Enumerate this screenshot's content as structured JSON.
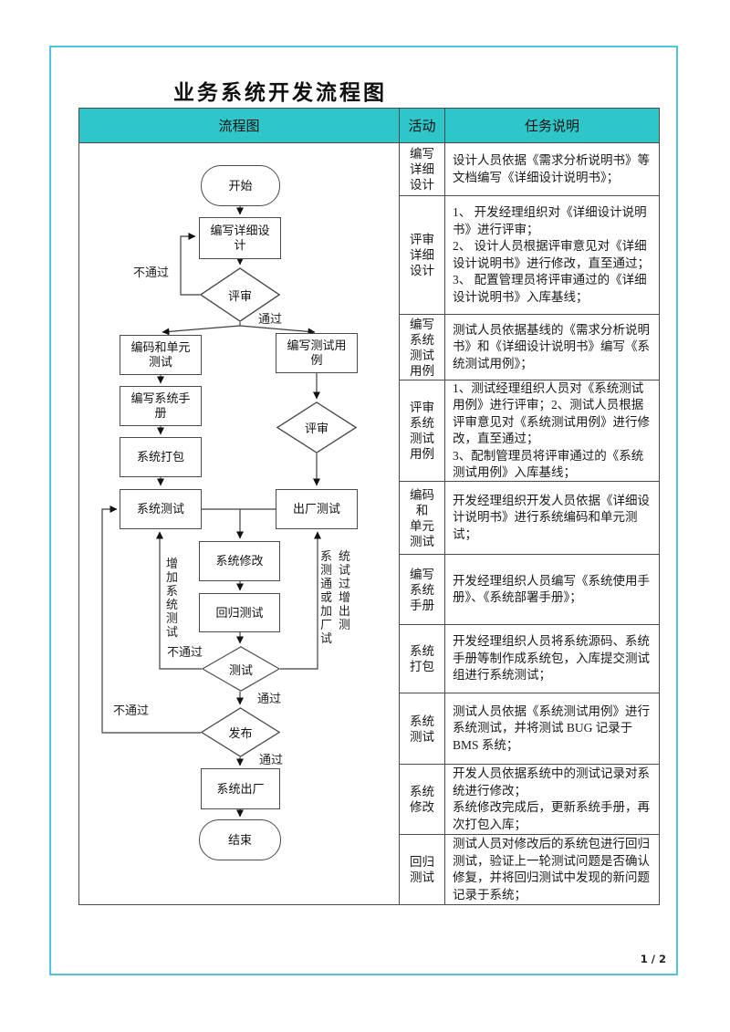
{
  "page": {
    "title": "业务系统开发流程图",
    "page_number": "1 / 2",
    "colors": {
      "header_bg": "#2EC6C8",
      "frame_border": "#4FC4DB",
      "line": "#3f3f3f"
    }
  },
  "table": {
    "headers": {
      "flowchart": "流程图",
      "activity": "活动",
      "description": "任务说明"
    },
    "rows": [
      {
        "activity": "编写\n详细\n设计",
        "description": "设计人员依据《需求分析说明书》等文档编写《详细设计说明书》；"
      },
      {
        "activity": "评审\n详细\n设计",
        "description": "1、 开发经理组织对《详细设计说明书》进行评审；\n2、 设计人员根据评审意见对《详细设计说明书》进行修改，直至通过；\n3、 配置管理员将评审通过的《详细设计说明书》入库基线；"
      },
      {
        "activity": "编写\n系统\n测试\n用例",
        "description": "测试人员依据基线的《需求分析说明书》和《详细设计说明书》编写《系统测试用例》；"
      },
      {
        "activity": "评审\n系统\n测试\n用例",
        "description": "1、测试经理组织人员对《系统测试用例》进行评审；2、测试人员根据评审意见对《系统测试用例》进行修改，直至通过；\n3、配制管理员将评审通过的《系统测试用例》入库基线；"
      },
      {
        "activity": "编码\n和\n单元\n测试",
        "description": "开发经理组织开发人员依据《详细设计说明书》进行系统编码和单元测试；"
      },
      {
        "activity": "编写\n系统\n手册",
        "description": "开发经理组织人员编写《系统使用手册》、《系统部署手册》；"
      },
      {
        "activity": "系统\n打包",
        "description": "开发经理组织人员将系统源码、系统手册等制作成系统包，入库提交测试组进行系统测试；"
      },
      {
        "activity": "系统\n测试",
        "description": "测试人员依据《系统测试用例》进行系统测试，并将测试 BUG 记录于 BMS 系统；"
      },
      {
        "activity": "系统\n修改",
        "description": "开发人员依据系统中的测试记录对系统进行修改；\n系统修改完成后，更新系统手册，再次打包入库；"
      },
      {
        "activity": "回归\n测试",
        "description": "测试人员对修改后的系统包进行回归测试，验证上一轮测试问题是否确认修复，并将回归测试中发现的新问题记录于系统；"
      }
    ]
  },
  "flow": {
    "start": "开始",
    "write_design": "编写详细设\n计",
    "review1": "评审",
    "coding": "编码和单元\n测试",
    "testcase": "编写测试用\n例",
    "manual": "编写系统手\n册",
    "package": "系统打包",
    "systest": "系统测试",
    "review2": "评审",
    "factory": "出厂测试",
    "modify": "系统修改",
    "regression": "回归测试",
    "test": "测试",
    "release": "发布",
    "ship": "系统出厂",
    "end": "结束",
    "labels": {
      "fail1": "不通过",
      "pass1": "通过",
      "add_systest": "增加系统测试",
      "fail_test": "不通过",
      "systest_pass": "系统测试通过或增加出厂测试",
      "pass_test": "通过",
      "fail_release": "不通过",
      "pass_release": "通过"
    }
  }
}
